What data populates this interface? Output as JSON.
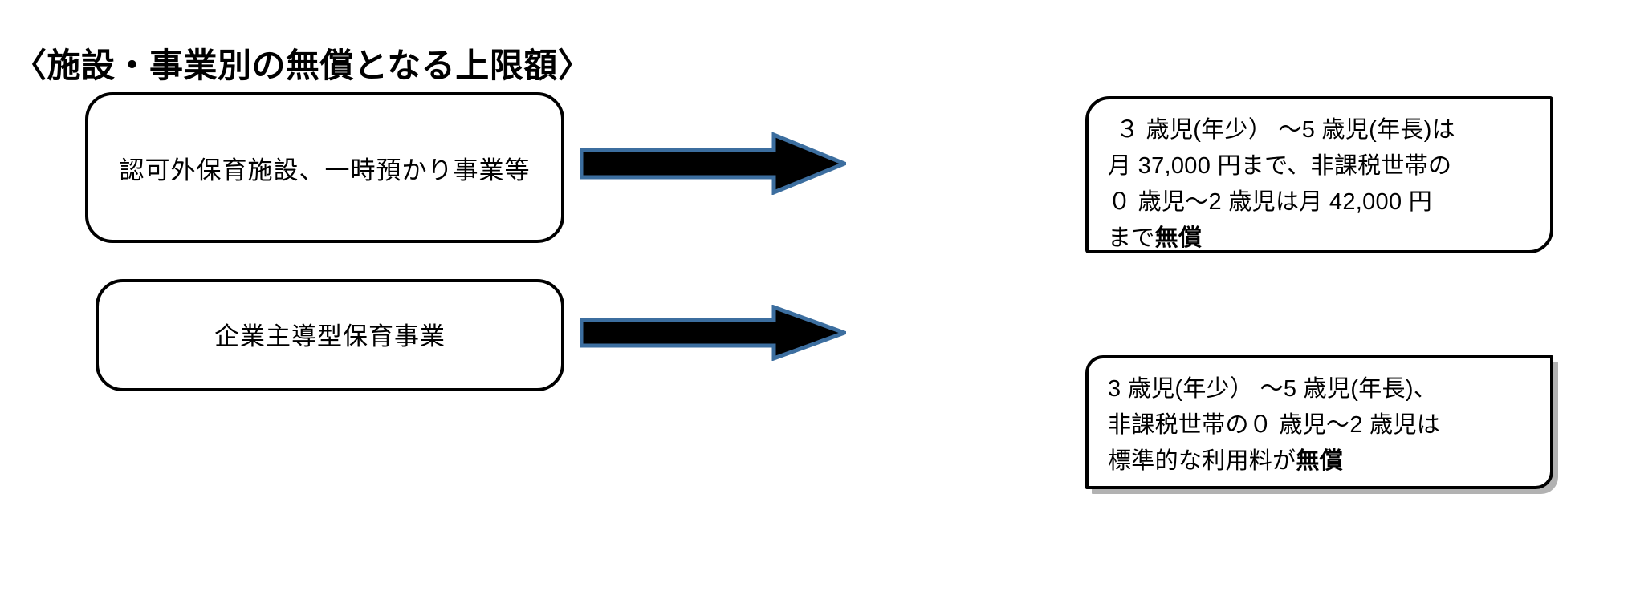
{
  "title": "〈施設・事業別の無償となる上限額〉",
  "rows": [
    {
      "left_label": "認可外保育施設、一時預かり事業等",
      "arrow_name": "arrow-right-1",
      "right_lines": [
        {
          "text": "３ 歳児(年少） ～5 歳児(年長)は",
          "bold_tail": ""
        },
        {
          "text": "月 37,000 円まで、非課税世帯の",
          "bold_tail": ""
        },
        {
          "text": "０ 歳児～2 歳児は月 42,000 円",
          "bold_tail": ""
        },
        {
          "text": "まで",
          "bold_tail": "無償"
        }
      ]
    },
    {
      "left_label": "企業主導型保育事業",
      "arrow_name": "arrow-right-2",
      "right_lines": [
        {
          "text": "3 歳児(年少） ～5 歳児(年長)、",
          "bold_tail": ""
        },
        {
          "text": "非課税世帯の０ 歳児～2 歳児は",
          "bold_tail": ""
        },
        {
          "text": "標準的な利用料が",
          "bold_tail": "無償"
        }
      ]
    }
  ],
  "colors": {
    "outline": "#000000",
    "arrow_fill": "#000000",
    "arrow_stroke": "#3C6E9F",
    "background": "#FFFFFF",
    "shadow": "#4D4D4D"
  }
}
